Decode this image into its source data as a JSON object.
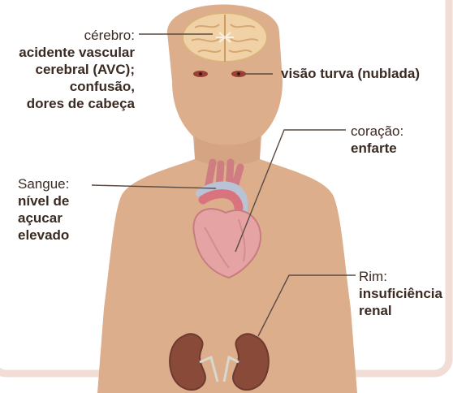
{
  "colors": {
    "panel_border": "#f2dcd6",
    "skin": "#dcae8c",
    "skin_shadow": "#c99877",
    "leader_line": "#5a4a44",
    "kidney": "#8a4a3a",
    "heart": "#d98a8a",
    "vessel": "#cf7c82",
    "brain": "#f1d2a6"
  },
  "labels": {
    "brain": {
      "organ": "cérebro:",
      "effect_lines": [
        "acidente vascular",
        "cerebral (AVC);",
        "confusão,",
        "dores de cabeça"
      ]
    },
    "eyes": {
      "effect": "visão turva (nublada)"
    },
    "heart": {
      "organ": "coração:",
      "effect": "enfarte"
    },
    "blood": {
      "organ": "Sangue:",
      "effect_lines": [
        "nível de",
        "açucar",
        "elevado"
      ]
    },
    "kidney": {
      "organ": "Rim:",
      "effect_lines": [
        "insuficiência",
        "renal"
      ]
    }
  },
  "icons": {
    "brain": "brain-illustration",
    "eyes": "eyes-illustration",
    "heart": "heart-illustration",
    "kidneys": "kidneys-illustration",
    "body": "human-body-silhouette"
  }
}
